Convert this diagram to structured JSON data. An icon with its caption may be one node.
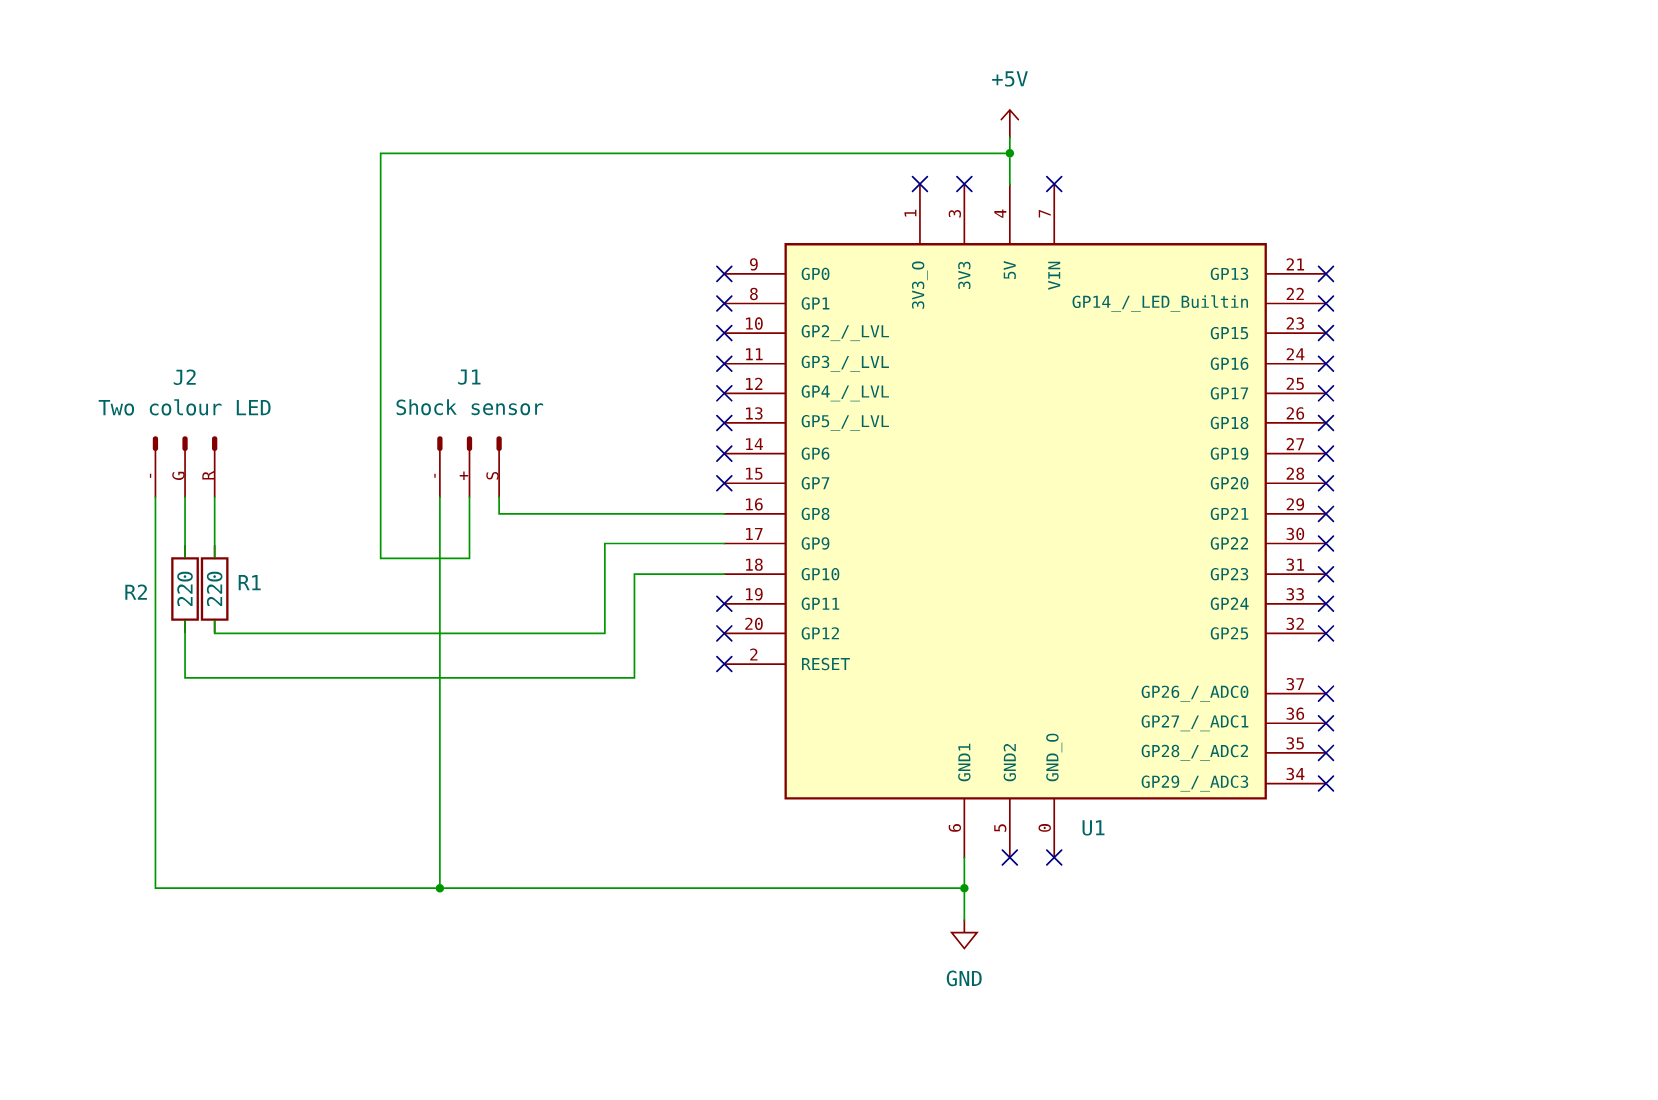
{
  "diagram": {
    "nodes": [
      {
        "text": [
          "+5V"
        ]
      },
      {
        "text": [],
        "shape": "circle"
      },
      {
        "text": [
          "U1"
        ]
      },
      {
        "text": [
          "5V"
        ],
        "beside": [
          "4"
        ]
      },
      {
        "text": [
          "J2",
          "Two colour LED"
        ]
      },
      {
        "text": [
          "-"
        ]
      },
      {
        "text": [
          "G"
        ]
      },
      {
        "text": [
          "R"
        ]
      },
      {
        "text": [
          "J1",
          "Shock sensor"
        ]
      },
      {
        "text": [
          "-"
        ]
      },
      {
        "text": [
          "+"
        ]
      },
      {
        "text": [
          "S"
        ]
      },
      {
        "text": [
          "GP8"
        ],
        "beside": [
          "16"
        ]
      },
      {
        "text": [
          "GP9"
        ],
        "beside": [
          "17"
        ]
      },
      {
        "text": [
          "GP10"
        ],
        "beside": [
          "18"
        ]
      },
      {
        "text": [
          "220"
        ],
        "beside": [
          "R2"
        ]
      },
      {
        "text": [
          "220"
        ],
        "beside": [
          "R1"
        ]
      },
      {
        "text": [
          "GND1"
        ],
        "beside": [
          "6"
        ]
      },
      {
        "text": [],
        "shape": "circle"
      },
      {
        "text": [],
        "shape": "circle"
      },
      {
        "text": [
          "GND"
        ]
      }
    ],
    "edges": [
      {
        "from": 1,
        "to": 0,
        "arrow": "none"
      },
      {
        "from": 1,
        "to": 3,
        "arrow": "none"
      },
      {
        "from": 1,
        "to": 10,
        "arrow": "none"
      },
      {
        "from": 11,
        "to": 12,
        "arrow": "none"
      },
      {
        "from": 6,
        "to": 15,
        "arrow": "none"
      },
      {
        "from": 7,
        "to": 16,
        "arrow": "none"
      },
      {
        "from": 16,
        "to": 13,
        "arrow": "none"
      },
      {
        "from": 15,
        "to": 14,
        "arrow": "none"
      },
      {
        "from": 5,
        "to": 18,
        "arrow": "none"
      },
      {
        "from": 9,
        "to": 18,
        "arrow": "none"
      },
      {
        "from": 18,
        "to": 19,
        "arrow": "none"
      },
      {
        "from": 17,
        "to": 19,
        "arrow": "none"
      },
      {
        "from": 19,
        "to": 20,
        "arrow": "none"
      }
    ],
    "labels": [
      "1",
      "3V3_O",
      "3",
      "3V3",
      "7",
      "VIN",
      "9",
      "GP0",
      "8",
      "GP1",
      "10",
      "GP2_/_LVL",
      "11",
      "GP3_/_LVL",
      "12",
      "GP4_/_LVL",
      "13",
      "GP5_/_LVL",
      "14",
      "GP6",
      "15",
      "GP7",
      "19",
      "GP11",
      "20",
      "GP12",
      "2",
      "RESET",
      "GP13",
      "21",
      "GP14_/_LED_Builtin",
      "22",
      "GP15",
      "23",
      "GP16",
      "24",
      "GP17",
      "25",
      "GP18",
      "26",
      "GP19",
      "27",
      "GP20",
      "28",
      "GP21",
      "29",
      "GP22",
      "30",
      "GP23",
      "31",
      "GP24",
      "33",
      "GP25",
      "32",
      "GP26_/_ADC0",
      "37",
      "GP27_/_ADC1",
      "36",
      "GP28_/_ADC2",
      "35",
      "GP29_/_ADC3",
      "34",
      "5",
      "GND2",
      "0",
      "GND_O"
    ]
  }
}
